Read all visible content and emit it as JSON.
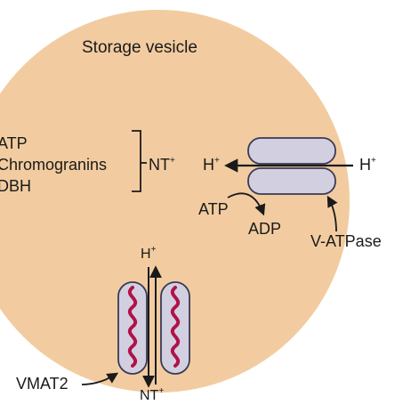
{
  "vesicle": {
    "title": "Storage vesicle"
  },
  "contents": {
    "items": [
      "ATP",
      "Chromogranins",
      "DBH"
    ],
    "bracket_label_base": "NT",
    "bracket_label_charge": "+"
  },
  "v_atpase": {
    "h_left_base": "H",
    "h_left_charge": "+",
    "h_right_base": "H",
    "h_right_charge": "+",
    "atp": "ATP",
    "adp": "ADP",
    "name": "V-ATPase"
  },
  "vmat2": {
    "h_top_base": "H",
    "h_top_charge": "+",
    "nt_bottom_base": "NT",
    "nt_bottom_charge": "+",
    "name": "VMAT2"
  },
  "colors": {
    "vesicle_fill": "#f2cca0",
    "transporter_fill": "#d2d0e0",
    "transporter_stroke": "#3a3a55",
    "helix": "#b0124a",
    "ink": "#1a1a1a"
  }
}
